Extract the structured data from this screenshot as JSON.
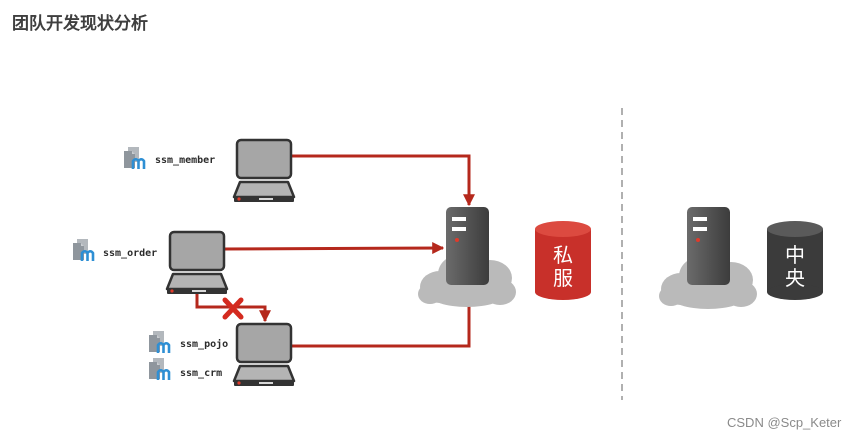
{
  "title": "团队开发现状分析",
  "projects": [
    {
      "label": "ssm_member"
    },
    {
      "label": "ssm_order"
    },
    {
      "label": "ssm_pojo"
    },
    {
      "label": "ssm_crm"
    }
  ],
  "private_repo": {
    "label": [
      "私",
      "服"
    ]
  },
  "central_repo": {
    "label": [
      "中",
      "央"
    ]
  },
  "watermark": "CSDN @Scp_Keter",
  "icons": {
    "project": "maven-project-icon",
    "blocked": "blocked-x-icon"
  },
  "colors": {
    "arrow": "#b5281c",
    "blocked": "#d42a1f",
    "private_repo": "#c8302a",
    "private_repo_top": "#dc4a40",
    "central_repo": "#3b3b3b",
    "central_repo_top": "#5a5a5a",
    "cloud": "#bababa"
  }
}
